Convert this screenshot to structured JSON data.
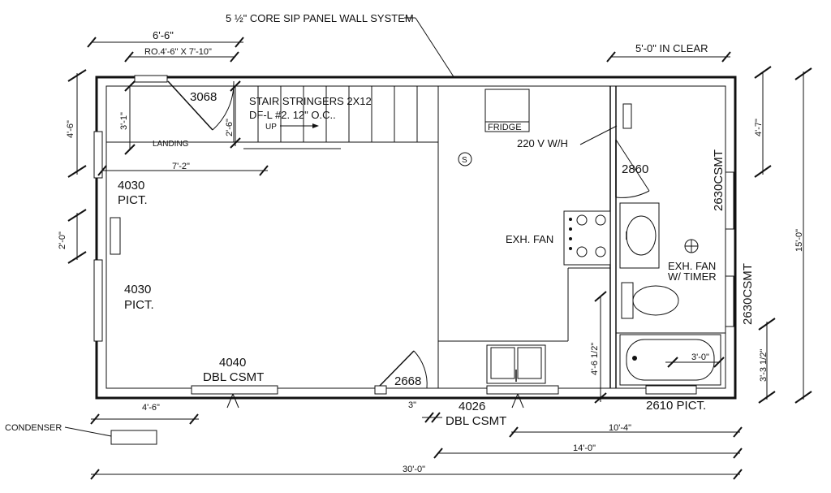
{
  "annotations": {
    "wall_system": "5 ½\" CORE SIP PANEL WALL SYSTEM",
    "condenser": "CONDENSER"
  },
  "rooms": {
    "landing": "LANDING",
    "stair_line1": "STAIR STRINGERS 2X12",
    "stair_line2": "DF-L #2.  12\" O.C..",
    "stair_up": "UP",
    "fridge": "FRIDGE",
    "water_heater": "220 V W/H",
    "sink_symbol": "S",
    "exh_fan": "EXH. FAN",
    "bath_fan_line1": "EXH. FAN",
    "bath_fan_line2": "W/ TIMER"
  },
  "doors": {
    "entry": "3068",
    "bath": "2860",
    "kitchen": "2668"
  },
  "windows": {
    "pict_upper": [
      "4030",
      "PICT."
    ],
    "pict_lower": [
      "4030",
      "PICT."
    ],
    "dbl_csmt_left": [
      "4040",
      "DBL CSMT"
    ],
    "dbl_csmt_right": [
      "4026",
      "DBL CSMT"
    ],
    "csmt_upper": "2630CSMT",
    "csmt_lower": "2630CSMT",
    "pict_bath": "2610 PICT."
  },
  "dimensions": {
    "top_6_6": "6'-6\"",
    "ro": "RO.4'-6\" X 7'-10\"",
    "in_clear": "5'-0\" IN CLEAR",
    "landing_3_1": "3'-1\"",
    "door_2_6": "2'-6\"",
    "landing_7_2": "7'-2\"",
    "left_4_6": "4'-6\"",
    "left_2_0": "2'-0\"",
    "right_4_7": "4'-7\"",
    "right_15_0": "15'-0\"",
    "right_3_3": "3'-3 1/2\"",
    "tub_3_0": "3'-0\"",
    "kitchen_4_6": "4'-6 1/2\"",
    "gap_3": "3\"",
    "bottom_4_6": "4'-6\"",
    "bottom_10_4": "10'-4\"",
    "bottom_14_0": "14'-0\"",
    "bottom_30_0": "30'-0\""
  }
}
